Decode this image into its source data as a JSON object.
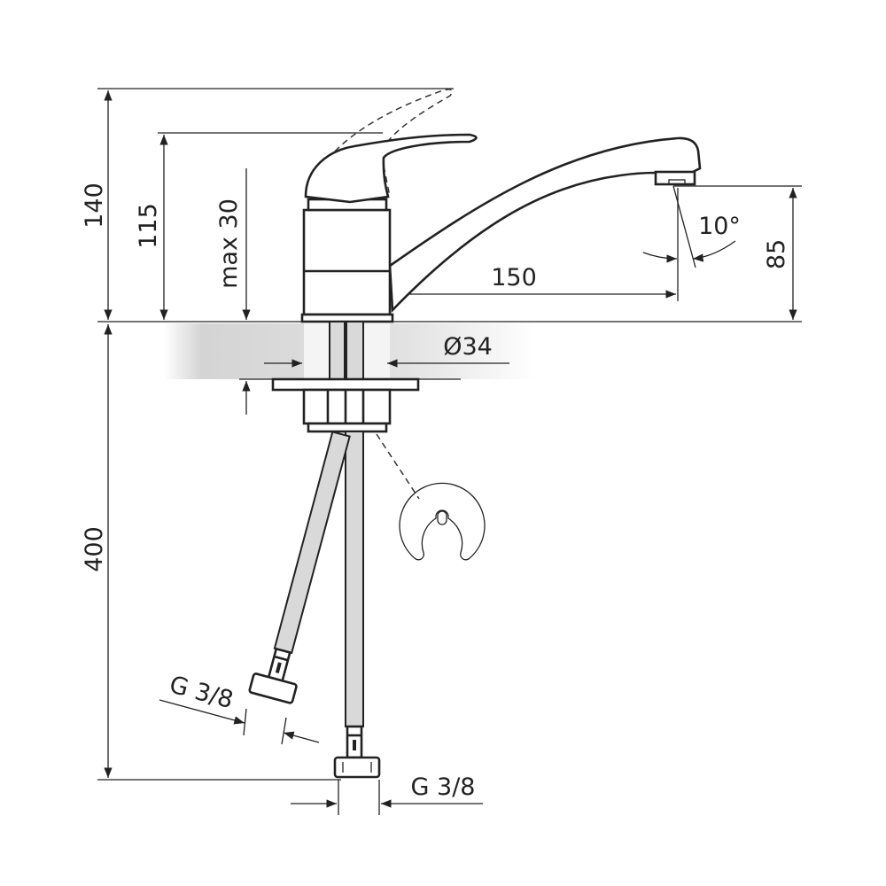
{
  "title": "Single-lever sink mixer technical drawing",
  "dimensions": {
    "total_height": "140",
    "lever_height": "115",
    "max_counter_thickness": "max 30",
    "spout_height": "85",
    "spout_angle": "10°",
    "spout_reach": "150",
    "hole_diameter": "Ø34",
    "hose_length": "400",
    "hose_thread_left": "G 3/8",
    "hose_thread_bottom": "G 3/8"
  },
  "colors": {
    "line": "#222222",
    "hose_fill": "#d9d9d9",
    "counter_shade": "#cfcfcf"
  }
}
